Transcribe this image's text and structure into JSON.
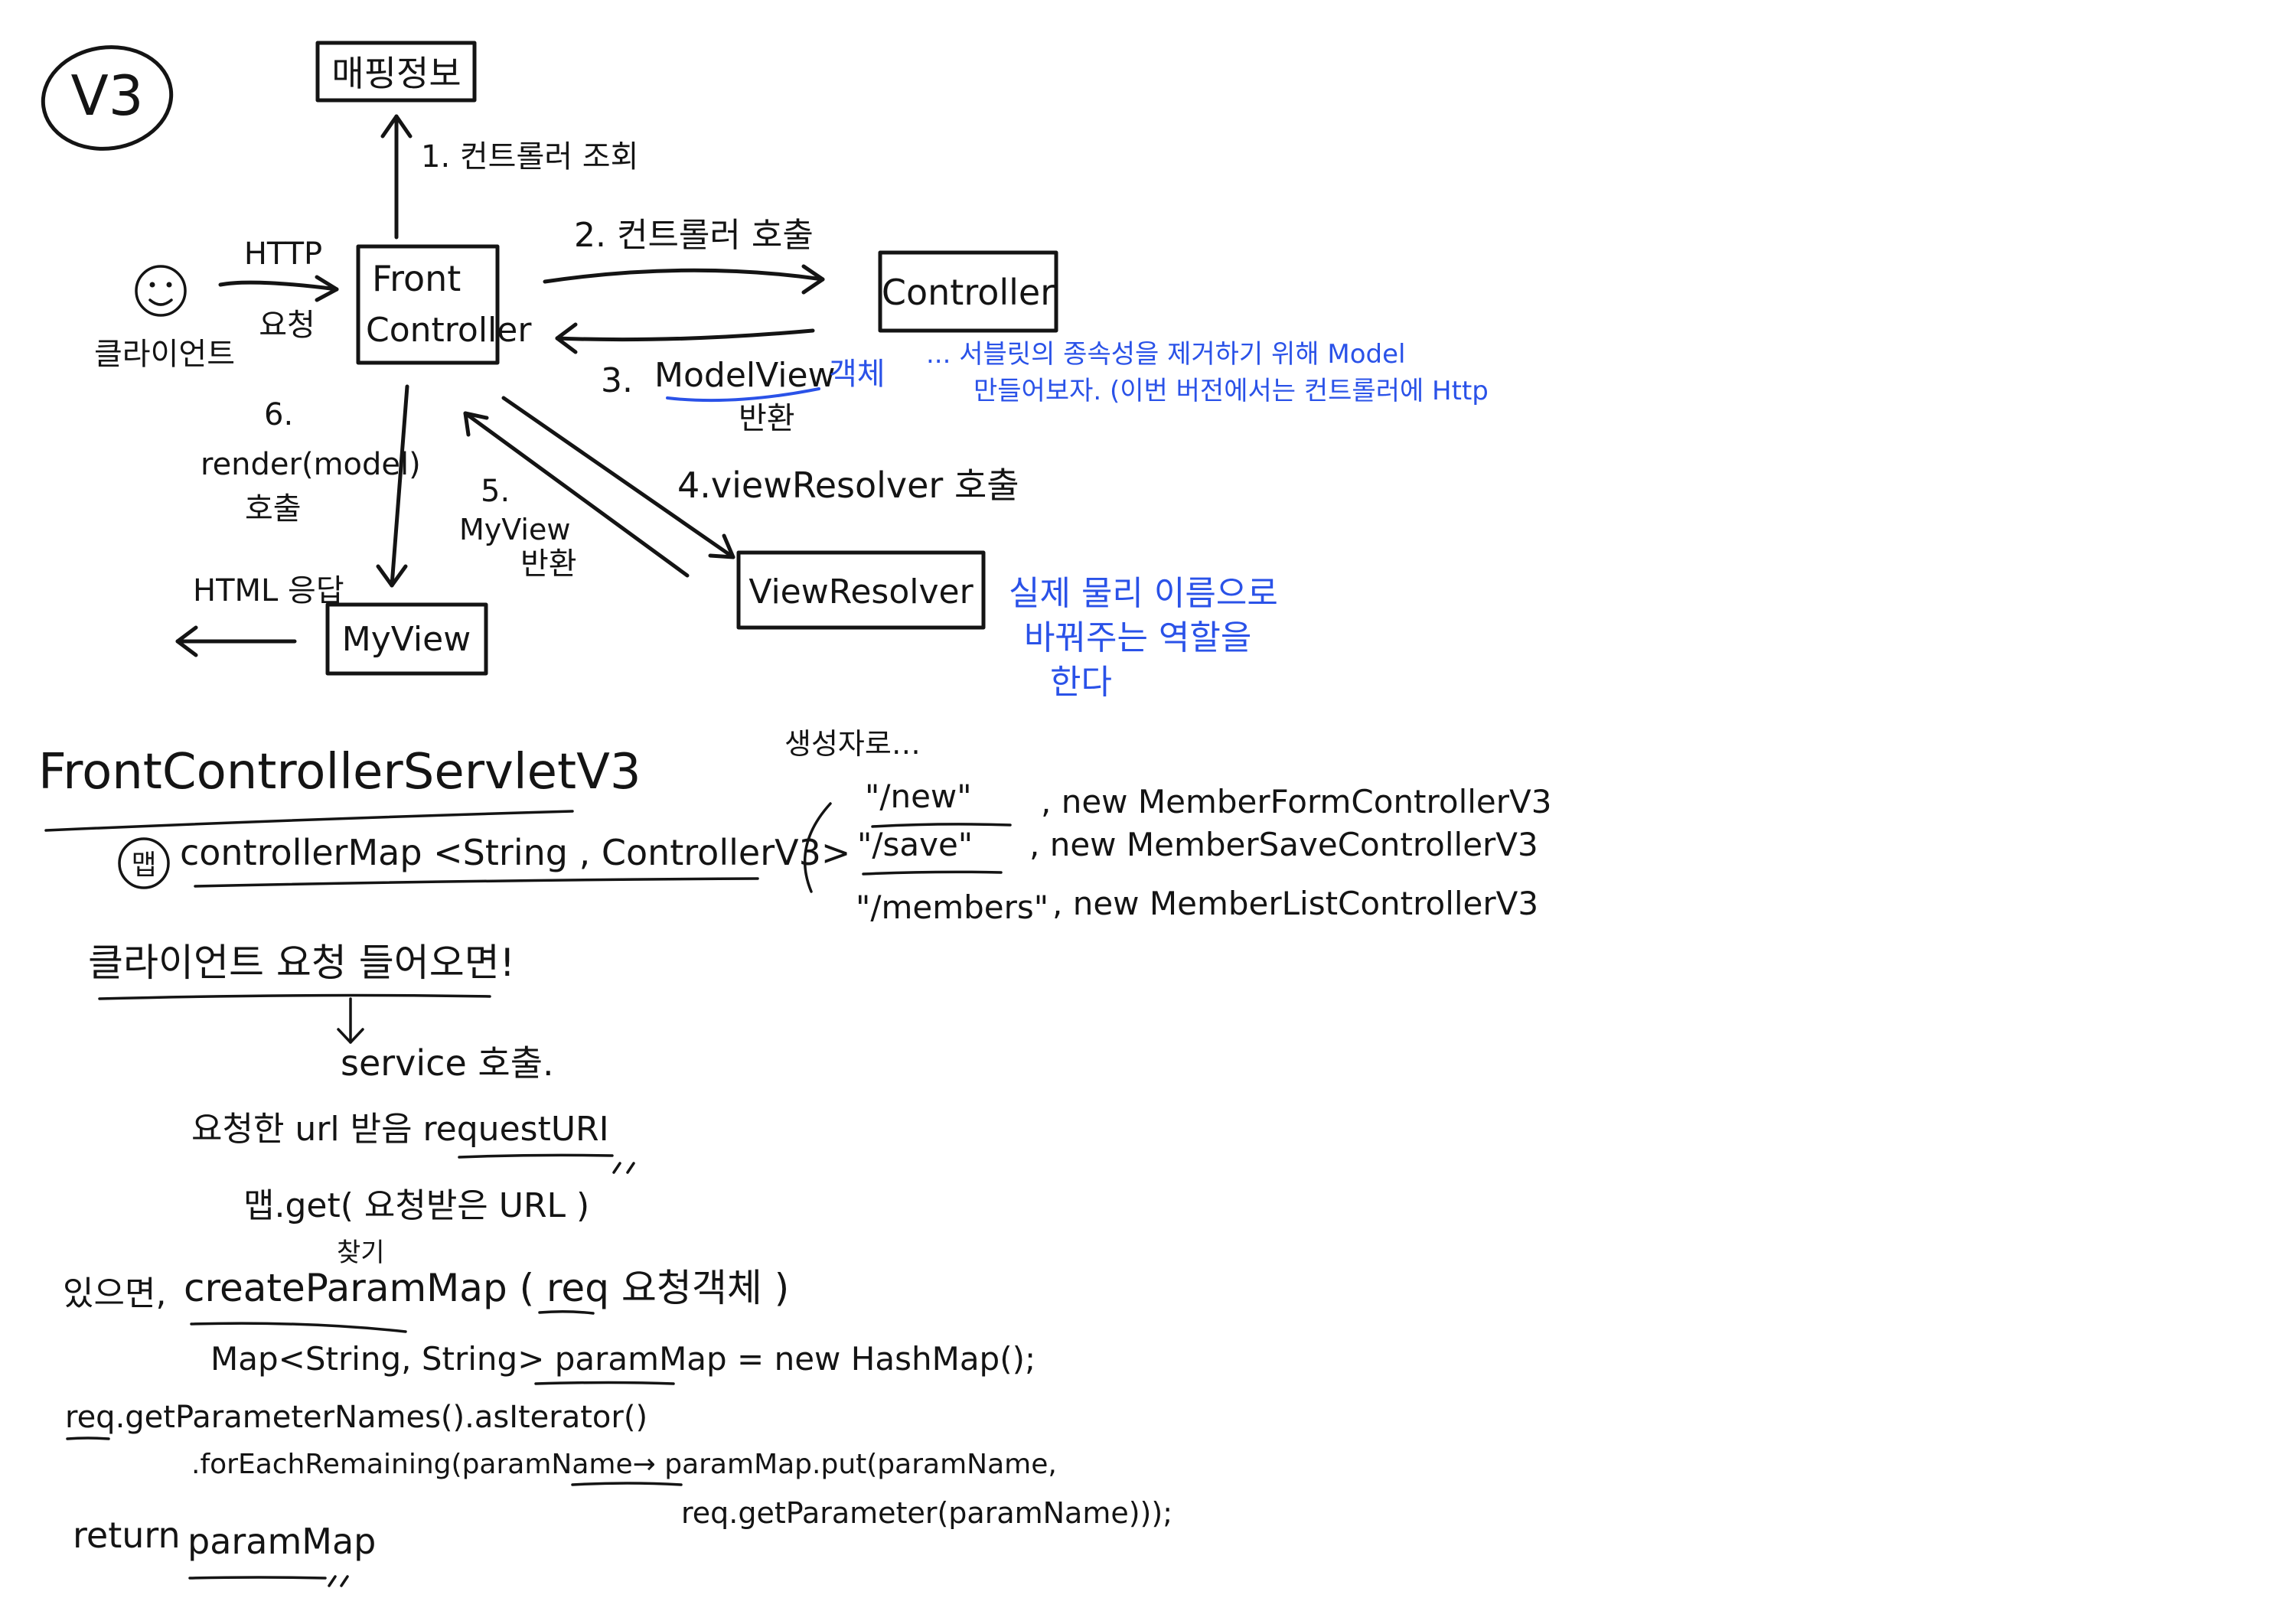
{
  "colors": {
    "ink": "#141414",
    "annotation": "#2a52e8",
    "background": "#ffffff"
  },
  "diagram": {
    "version_badge": "V3",
    "nodes": {
      "mapping_info": "매핑정보",
      "front_controller_line1": "Front",
      "front_controller_line2": "Controller",
      "controller": "Controller",
      "view_resolver": "ViewResolver",
      "my_view": "MyView",
      "client": "클라이언트"
    },
    "icons": {
      "client": "smiley-face-icon"
    },
    "labels": {
      "http_line1": "HTTP",
      "http_line2": "요청",
      "step1": "1. 컨트롤러 조회",
      "step2": "2. 컨트롤러 호출",
      "step3_num": "3.",
      "step3_mv": "ModelView",
      "step3_obj": "객체",
      "step3_ret": "반환",
      "step4": "4.viewResolver 호출",
      "step5_num": "5.",
      "step5_line1": "MyView",
      "step5_line2": "반환",
      "step6_num": "6.",
      "step6_line1": "render(model)",
      "step6_line2": "호출",
      "html_response": "HTML 응답"
    },
    "notes": {
      "model_line1": "... 서블릿의 종속성을 제거하기 위해 Model",
      "model_line2": "만들어보자. (이번 버전에서는 컨트롤러에 Http",
      "resolver_line1": "실제 물리 이름으로",
      "resolver_line2": "바꿔주는 역할을",
      "resolver_line3": "한다"
    }
  },
  "notes_code": {
    "servlet_title": "FrontControllerServletV3",
    "map_badge": "맵",
    "map_decl": "controllerMap <String , ControllerV3>",
    "constructor_label": "생성자로…",
    "map_entries": [
      {
        "key": "\"/new\"",
        "value": ", new MemberFormControllerV3"
      },
      {
        "key": "\"/save\"",
        "value": ", new MemberSaveControllerV3"
      },
      {
        "key": "\"/members\"",
        "value": ", new MemberListControllerV3"
      }
    ],
    "client_request": "클라이언트 요청 들어오면!",
    "service_call": "service 호출.",
    "uri_line": "요청한 url 받음 requestURI",
    "map_get": "맵.get( 요청받은 URL )",
    "find": "찾기",
    "if_exists": "있으면,",
    "create_param": "createParamMap ( req 요청객체 )",
    "map_line": "Map<String, String> paramMap = new HashMap();",
    "req_line": "req.getParameterNames().asIterator()",
    "foreach_line": ".forEachRemaining(paramName→ paramMap.put(paramName,",
    "get_param_line": "req.getParameter(paramName)));",
    "return_kw": "return",
    "return_val": "paramMap"
  }
}
